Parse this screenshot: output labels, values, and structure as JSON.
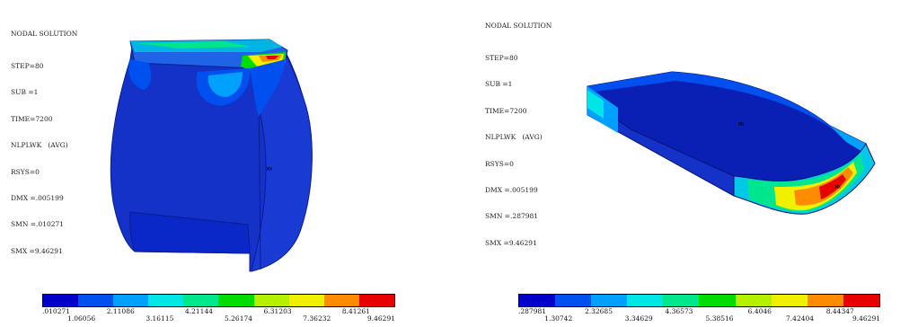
{
  "left": {
    "title": "NODAL SOLUTION",
    "lines": [
      "STEP=80",
      "SUB =1",
      "TIME=7200",
      "NLPLWK   (AVG)",
      "RSYS=0",
      "DMX =.005199",
      "SMN =.010271",
      "SMX =9.46291"
    ],
    "legend_row1": [
      ".010271",
      "2.11086",
      "4.21144",
      "6.31203",
      "8.41261"
    ],
    "legend_row2": [
      "1.06056",
      "3.16115",
      "5.26174",
      "7.36232",
      "9.46291"
    ]
  },
  "right": {
    "title": "NODAL SOLUTION",
    "lines": [
      "STEP=80",
      "SUB =1",
      "TIME=7200",
      "NLPLWK   (AVG)",
      "RSYS=0",
      "DMX =.005199",
      "SMN =.287981",
      "SMX =9.46291"
    ],
    "legend_row1": [
      ".287981",
      "2.32685",
      "4.36573",
      "6.4046",
      "8.44347"
    ],
    "legend_row2": [
      "1.30742",
      "3.34629",
      "5.38516",
      "7.42404",
      "9.46291"
    ]
  },
  "colors": {
    "contour": [
      "#0000c8",
      "#0050f0",
      "#00a0ff",
      "#00e6e6",
      "#00e68c",
      "#00dc00",
      "#b4f000",
      "#f0f000",
      "#ff8c00",
      "#e60000"
    ],
    "model_base": "#1432c8",
    "background": "#ffffff"
  }
}
